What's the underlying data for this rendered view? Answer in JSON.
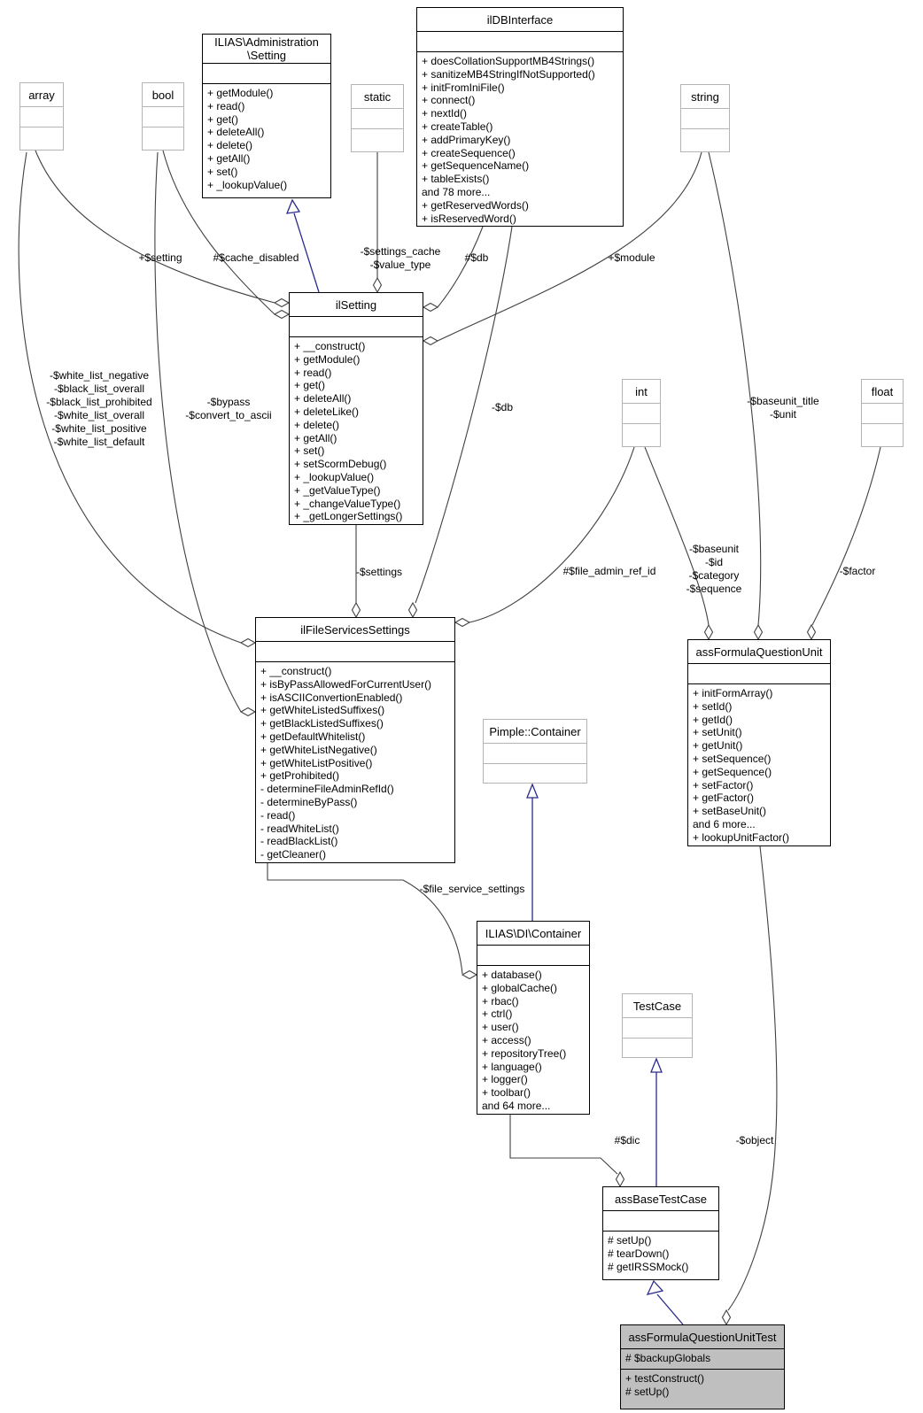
{
  "classes": {
    "dbInterface": {
      "name": "ilDBInterface",
      "attrs": [],
      "methods": [
        "+ doesCollationSupportMB4Strings()",
        "+ sanitizeMB4StringIfNotSupported()",
        "+ initFromIniFile()",
        "+ connect()",
        "+ nextId()",
        "+ createTable()",
        "+ addPrimaryKey()",
        "+ createSequence()",
        "+ getSequenceName()",
        "+ tableExists()",
        "and 78 more...",
        "+ getReservedWords()",
        "+ isReservedWord()"
      ]
    },
    "adminSetting": {
      "name": "ILIAS\\Administration\n\\Setting",
      "attrs": [],
      "methods": [
        "+ getModule()",
        "+ read()",
        "+ get()",
        "+ deleteAll()",
        "+ delete()",
        "+ getAll()",
        "+ set()",
        "+ _lookupValue()"
      ]
    },
    "ilSetting": {
      "name": "ilSetting",
      "attrs": [],
      "methods": [
        "+ __construct()",
        "+ getModule()",
        "+ read()",
        "+ get()",
        "+ deleteAll()",
        "+ deleteLike()",
        "+ delete()",
        "+ getAll()",
        "+ set()",
        "+ setScormDebug()",
        "+ _lookupValue()",
        "+ _getValueType()",
        "+ _changeValueType()",
        "+ _getLongerSettings()"
      ]
    },
    "fileServices": {
      "name": "ilFileServicesSettings",
      "attrs": [],
      "methods": [
        "+ __construct()",
        "+ isByPassAllowedForCurrentUser()",
        "+ isASCIIConvertionEnabled()",
        "+ getWhiteListedSuffixes()",
        "+ getBlackListedSuffixes()",
        "+ getDefaultWhitelist()",
        "+ getWhiteListNegative()",
        "+ getWhiteListPositive()",
        "+ getProhibited()",
        "- determineFileAdminRefId()",
        "- determineByPass()",
        "- read()",
        "- readWhiteList()",
        "- readBlackList()",
        "- getCleaner()"
      ]
    },
    "unit": {
      "name": "assFormulaQuestionUnit",
      "attrs": [],
      "methods": [
        "+ initFormArray()",
        "+ setId()",
        "+ getId()",
        "+ setUnit()",
        "+ getUnit()",
        "+ setSequence()",
        "+ getSequence()",
        "+ setFactor()",
        "+ getFactor()",
        "+ setBaseUnit()",
        "and 6 more...",
        "+ lookupUnitFactor()"
      ]
    },
    "pimple": {
      "name": "Pimple::Container",
      "attrs": [],
      "methods": []
    },
    "di": {
      "name": "ILIAS\\DI\\Container",
      "attrs": [],
      "methods": [
        "+ database()",
        "+ globalCache()",
        "+ rbac()",
        "+ ctrl()",
        "+ user()",
        "+ access()",
        "+ repositoryTree()",
        "+ language()",
        "+ logger()",
        "+ toolbar()",
        "and 64 more..."
      ]
    },
    "testCase": {
      "name": "TestCase",
      "attrs": [],
      "methods": []
    },
    "baseTest": {
      "name": "assBaseTestCase",
      "attrs": [],
      "methods": [
        "# setUp()",
        "# tearDown()",
        "# getIRSSMock()"
      ]
    },
    "unitTest": {
      "name": "assFormulaQuestionUnitTest",
      "attrs": [
        "# $backupGlobals"
      ],
      "methods": [
        "+ testConstruct()",
        "# setUp()"
      ]
    },
    "typeArray": {
      "name": "array"
    },
    "typeBool": {
      "name": "bool"
    },
    "typeStatic": {
      "name": "static"
    },
    "typeString": {
      "name": "string"
    },
    "typeInt": {
      "name": "int"
    },
    "typeFloat": {
      "name": "float"
    }
  },
  "edge_labels": {
    "setting": "+$setting",
    "cache_disabled": "#$cache_disabled",
    "settings_cache": [
      "-$settings_cache",
      "-$value_type"
    ],
    "db_setting": "#$db",
    "module": "+$module",
    "white_lists": [
      "-$white_list_negative",
      "-$black_list_overall",
      "-$black_list_prohibited",
      "-$white_list_overall",
      "-$white_list_positive",
      "-$white_list_default"
    ],
    "bypass": [
      "-$bypass",
      "-$convert_to_ascii"
    ],
    "db_file": "-$db",
    "settings": "-$settings",
    "file_admin_ref_id": "#$file_admin_ref_id",
    "baseunit_title": [
      "-$baseunit_title",
      "-$unit"
    ],
    "baseunit": [
      "-$baseunit",
      "-$id",
      "-$category",
      "-$sequence"
    ],
    "factor": "-$factor",
    "file_service_settings": "-$file_service_settings",
    "dic": "#$dic",
    "object": "-$object"
  },
  "colors": {
    "aggregation_edge": "#404040",
    "inheritance_edge": "#2b2b8c",
    "highlight_node_fill": "#bfbfbf",
    "external_node_border": "#b4b4b4"
  }
}
